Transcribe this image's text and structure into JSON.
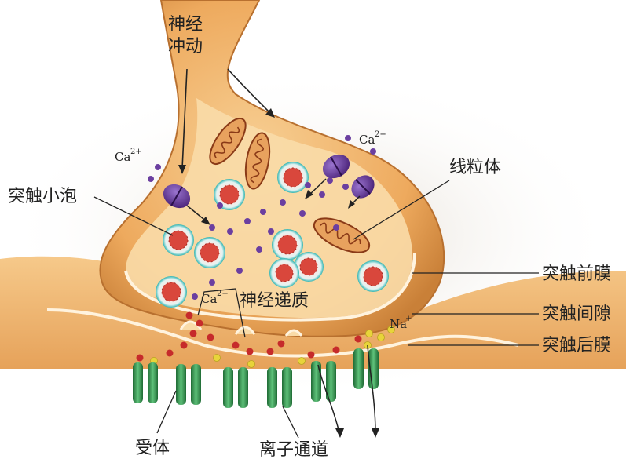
{
  "labels": {
    "impulse_line1": "神经",
    "impulse_line2": "冲动",
    "mitochondria": "线粒体",
    "vesicle": "突触小泡",
    "presynaptic_membrane": "突触前膜",
    "synaptic_cleft": "突触间隙",
    "postsynaptic_membrane": "突触后膜",
    "neurotransmitter": "神经递质",
    "receptor": "受体",
    "ion_channel": "离子通道"
  },
  "ions": {
    "calcium": "Ca",
    "calcium_charge": "2+",
    "sodium": "Na",
    "sodium_charge": "+"
  },
  "colors": {
    "neuron_fill": "#f3b56b",
    "neuron_dark": "#c9803d",
    "neuron_light": "#f9dba8",
    "membrane_edge": "#fff3de",
    "vesicle_ring": "#2bb3b1",
    "vesicle_core": "#d9473c",
    "calcium_particle": "#6b3fa0",
    "channel_purple": "#5b2c91",
    "receptor_green": "#2f8c4a",
    "transmitter_red": "#c62b2b",
    "sodium_yellow": "#e8d43a",
    "mitochondria": "#b0552a"
  }
}
